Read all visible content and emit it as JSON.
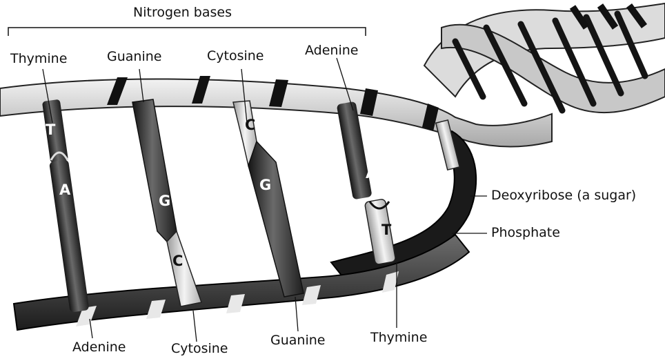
{
  "header": {
    "title": "Nitrogen bases"
  },
  "top_labels": [
    "Thymine",
    "Guanine",
    "Cytosine",
    "Adenine"
  ],
  "bottom_labels": [
    "Adenine",
    "Cytosine",
    "Guanine",
    "Thymine"
  ],
  "right_labels": {
    "sugar": "Deoxyribose (a sugar)",
    "phosphate": "Phosphate"
  },
  "base_letters": {
    "pair1_top": "T",
    "pair1_bottom": "A",
    "pair2_top": "G",
    "pair2_bottom": "C",
    "pair3_top": "C",
    "pair3_bottom": "G",
    "pair4_top": "A",
    "pair4_bottom": "T"
  },
  "colors": {
    "ink": "#111111",
    "strand_dark": "#1b1b1b",
    "strand_light": "#d9d9d9",
    "base_dark": "#3a3a3a",
    "base_light": "#e6e6e6"
  }
}
